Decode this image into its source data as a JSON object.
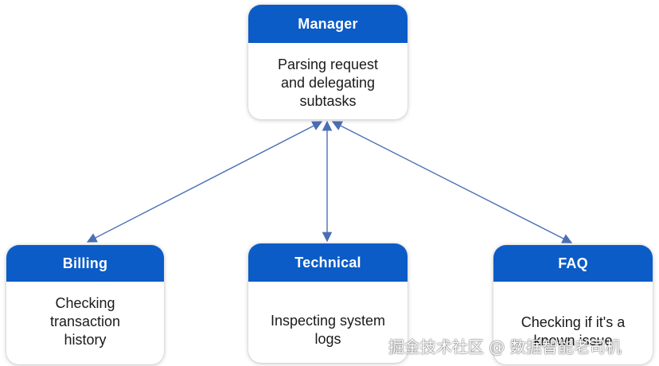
{
  "colors": {
    "header": "#0b5cc7",
    "connector": "#4a6fb5",
    "text": "#1a1a1a"
  },
  "nodes": {
    "manager": {
      "title": "Manager",
      "lines": [
        "Parsing request",
        "and delegating",
        "subtasks"
      ]
    },
    "billing": {
      "title": "Billing",
      "lines": [
        "Checking",
        "transaction",
        "history"
      ]
    },
    "technical": {
      "title": "Technical",
      "lines": [
        "Inspecting system",
        "logs"
      ]
    },
    "faq": {
      "title": "FAQ",
      "lines": [
        "Checking if it's a",
        "known issue"
      ]
    }
  },
  "edges": [
    {
      "from": "manager",
      "to": "billing",
      "bidirectional": true
    },
    {
      "from": "manager",
      "to": "technical",
      "bidirectional": true
    },
    {
      "from": "manager",
      "to": "faq",
      "bidirectional": true
    }
  ],
  "watermark": "掘金技术社区 @ 数据智能老司机"
}
